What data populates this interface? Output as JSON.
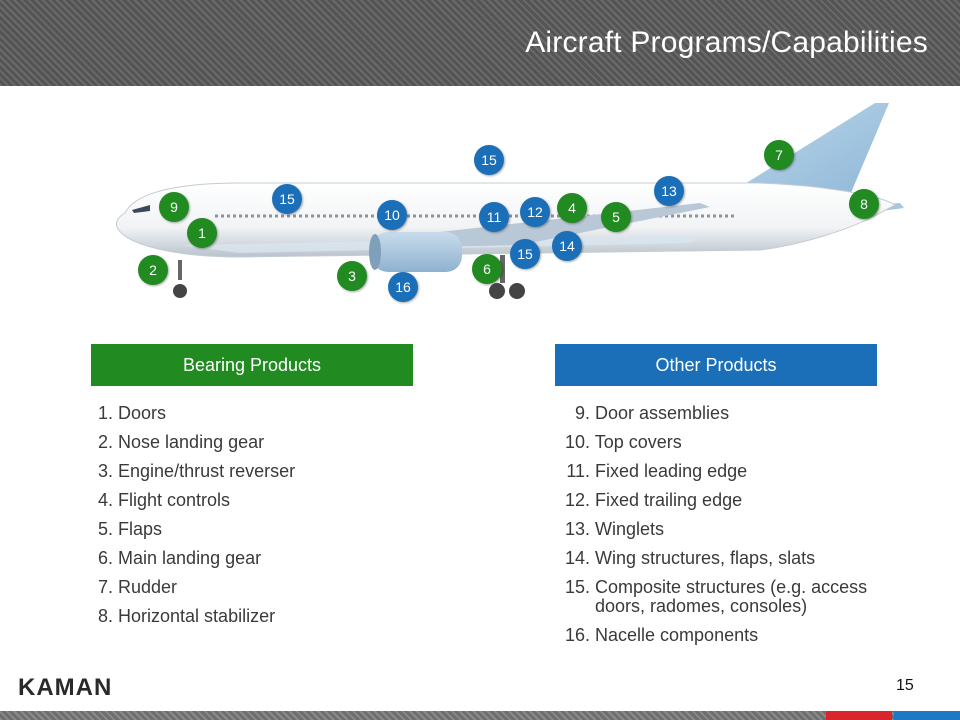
{
  "title": "Aircraft Programs/Capabilities",
  "badges": [
    {
      "label": "9",
      "kind": "bearing-or-other"
    },
    {
      "label": "15"
    },
    {
      "label": "1"
    },
    {
      "label": "2"
    },
    {
      "label": "10"
    },
    {
      "label": "3"
    },
    {
      "label": "16"
    },
    {
      "label": "15"
    },
    {
      "label": "11"
    },
    {
      "label": "12"
    },
    {
      "label": "4"
    },
    {
      "label": "5"
    },
    {
      "label": "13"
    },
    {
      "label": "14"
    },
    {
      "label": "15"
    },
    {
      "label": "6"
    },
    {
      "label": "7"
    },
    {
      "label": "8"
    }
  ],
  "bearing": {
    "header": "Bearing Products",
    "items": [
      {
        "num": "1.",
        "text": "Doors"
      },
      {
        "num": "2.",
        "text": "Nose landing gear"
      },
      {
        "num": "3.",
        "text": "Engine/thrust reverser"
      },
      {
        "num": "4.",
        "text": "Flight controls"
      },
      {
        "num": "5.",
        "text": "Flaps"
      },
      {
        "num": "6.",
        "text": "Main landing gear"
      },
      {
        "num": "7.",
        "text": "Rudder"
      },
      {
        "num": "8.",
        "text": "Horizontal stabilizer"
      }
    ]
  },
  "other": {
    "header": "Other Products",
    "items": [
      {
        "num": "9.",
        "text": "Door assemblies"
      },
      {
        "num": "10.",
        "text": "Top covers"
      },
      {
        "num": "11.",
        "text": "Fixed leading edge"
      },
      {
        "num": "12.",
        "text": "Fixed trailing edge"
      },
      {
        "num": "13.",
        "text": "Winglets"
      },
      {
        "num": "14.",
        "text": "Wing structures, flaps, slats"
      },
      {
        "num": "15.",
        "text": "Composite structures (e.g. access",
        "text2": "doors, radomes, consoles)"
      },
      {
        "num": "16.",
        "text": "Nacelle components"
      }
    ]
  },
  "colors": {
    "bearing": "#218a21",
    "other": "#1a6fb8"
  },
  "footer": {
    "logo": "KAMAN",
    "page": "15"
  }
}
